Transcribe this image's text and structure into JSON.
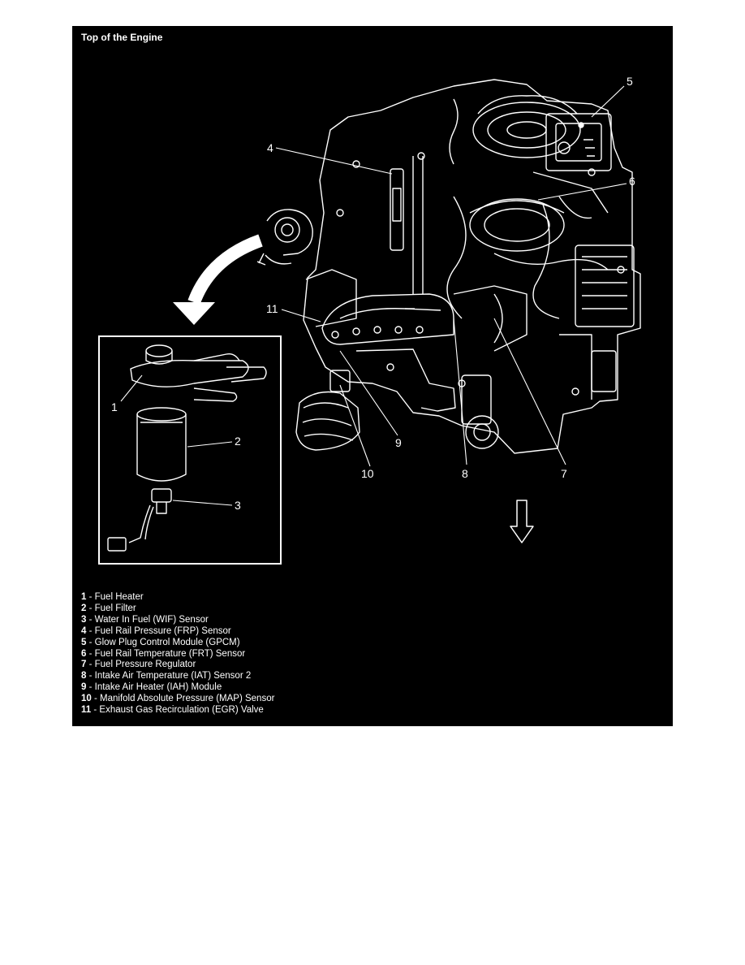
{
  "figure": {
    "title": "Top of the Engine",
    "colors": {
      "background": "#000000",
      "linework": "#ffffff"
    }
  },
  "callouts": [
    {
      "number": "1",
      "part": "Fuel Heater"
    },
    {
      "number": "2",
      "part": "Fuel Filter"
    },
    {
      "number": "3",
      "part": "Water In Fuel (WIF) Sensor"
    },
    {
      "number": "4",
      "part": "Fuel Rail Pressure (FRP) Sensor"
    },
    {
      "number": "5",
      "part": "Glow Plug Control Module (GPCM)"
    },
    {
      "number": "6",
      "part": "Fuel Rail Temperature (FRT) Sensor"
    },
    {
      "number": "7",
      "part": "Fuel Pressure Regulator"
    },
    {
      "number": "8",
      "part": "Intake Air Temperature (IAT) Sensor 2"
    },
    {
      "number": "9",
      "part": "Intake Air Heater (IAH) Module"
    },
    {
      "number": "10",
      "part": "Manifold Absolute Pressure (MAP) Sensor"
    },
    {
      "number": "11",
      "part": "Exhaust Gas Recirculation (EGR) Valve"
    }
  ],
  "icons": {
    "detail_arrow": "curved-arrow-icon",
    "direction_arrow": "down-arrow-icon"
  }
}
